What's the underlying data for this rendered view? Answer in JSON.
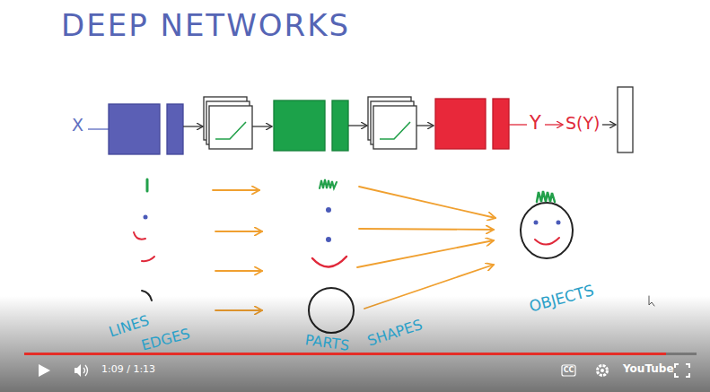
{
  "diagram": {
    "title": "DEEP NETWORKS",
    "labels": [
      "X",
      "Y",
      "S(Y)",
      "LINES",
      "EDGES",
      "PARTS",
      "SHAPES",
      "OBJECTS",
      "1:09 / 1:13",
      "CC",
      "YouTube"
    ]
  }
}
